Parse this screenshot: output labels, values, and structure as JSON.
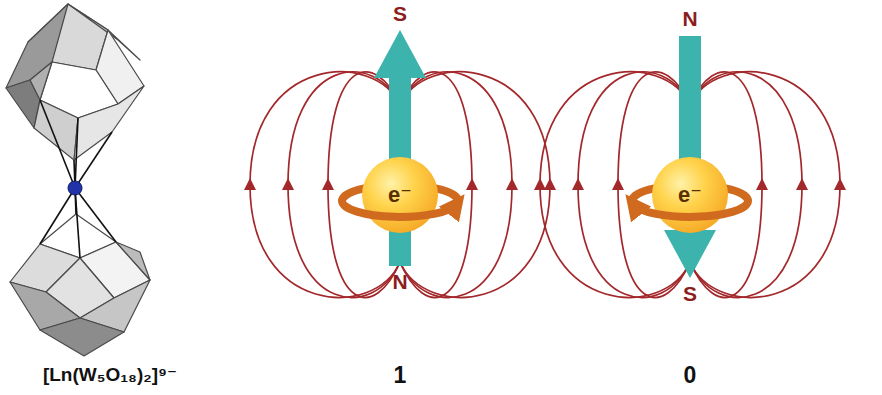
{
  "diagram": {
    "nodes": [
      {
        "text": [
          "e⁻"
        ]
      },
      {
        "text": [
          "e⁻"
        ]
      }
    ],
    "labels": [
      "[Ln(W₅O₁₈)₂]⁹⁻",
      "S",
      "N",
      "1",
      "N",
      "S",
      "0"
    ]
  }
}
